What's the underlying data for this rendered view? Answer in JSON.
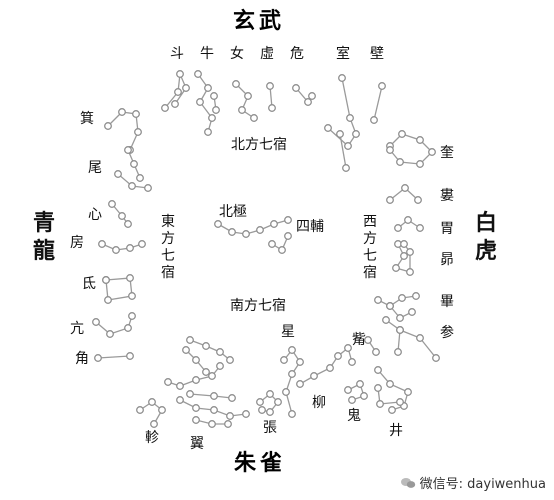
{
  "directions": {
    "north_animal": "玄武",
    "south_animal": "朱雀",
    "east_animal": "青龍",
    "west_animal": "白虎",
    "north_group": "北方七宿",
    "south_group": "南方七宿",
    "east_group": "東方七宿",
    "west_group": "西方七宿",
    "north_pole": "北極",
    "four_assist": "四輔"
  },
  "mansions": {
    "dou": "斗",
    "niu": "牛",
    "nv": "女",
    "xu": "虛",
    "wei_n": "危",
    "shi": "室",
    "bi": "壁",
    "kui": "奎",
    "lou": "婁",
    "wei_w": "胃",
    "mao": "昴",
    "bi_w": "畢",
    "shen": "参",
    "zi": "觜",
    "jing": "井",
    "gui": "鬼",
    "liu": "柳",
    "xing": "星",
    "zhang": "張",
    "yi": "翼",
    "zhen": "軫",
    "jiao": "角",
    "kang": "亢",
    "di": "氐",
    "fang": "房",
    "xin": "心",
    "wei_e": "尾",
    "ji": "箕"
  },
  "watermark": {
    "text": "微信号: dayiwenhua",
    "icon": "wechat-icon"
  }
}
